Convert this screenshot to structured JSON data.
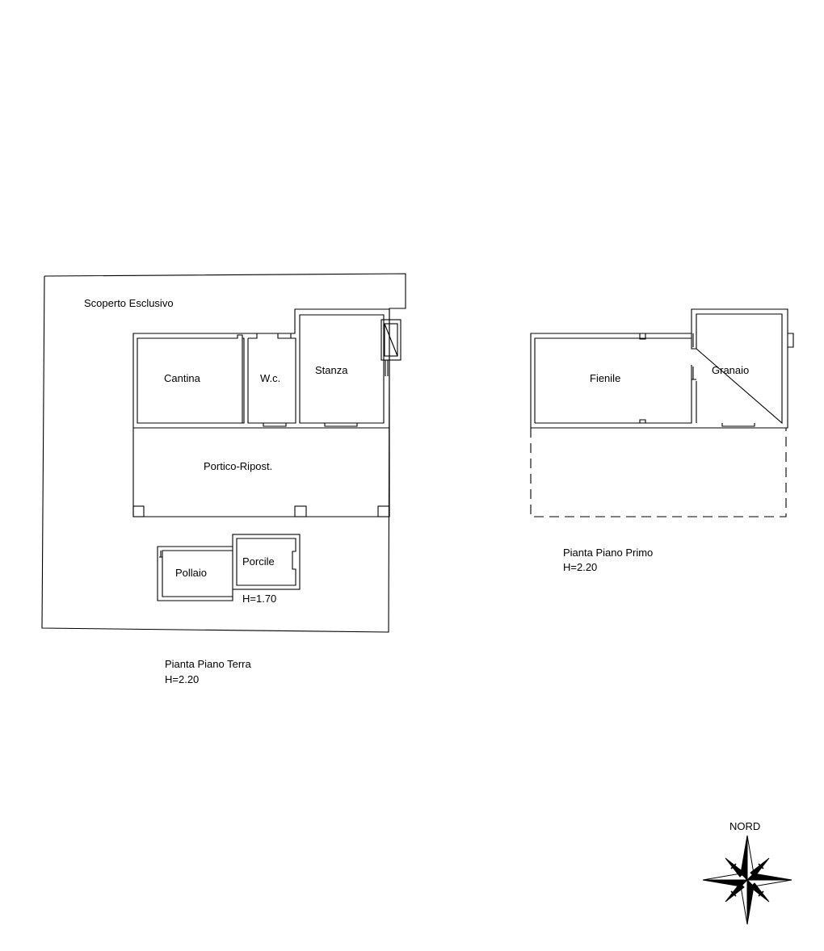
{
  "ground_floor": {
    "rooms": {
      "yard": "Scoperto Esclusivo",
      "cellar": "Cantina",
      "wc": "W.c.",
      "room": "Stanza",
      "porch": "Portico-Ripost.",
      "pigsty": "Porcile",
      "henhouse": "Pollaio",
      "annex_height": "H=1.70"
    },
    "title": "Pianta Piano Terra",
    "height": "H=2.20"
  },
  "first_floor": {
    "rooms": {
      "hayloft": "Fienile",
      "granary": "Granaio"
    },
    "title": "Pianta Piano Primo",
    "height": "H=2.20"
  },
  "compass": {
    "label": "NORD",
    "icon": "compass-rose-icon"
  },
  "colors": {
    "line": "#000000",
    "background": "#ffffff"
  }
}
